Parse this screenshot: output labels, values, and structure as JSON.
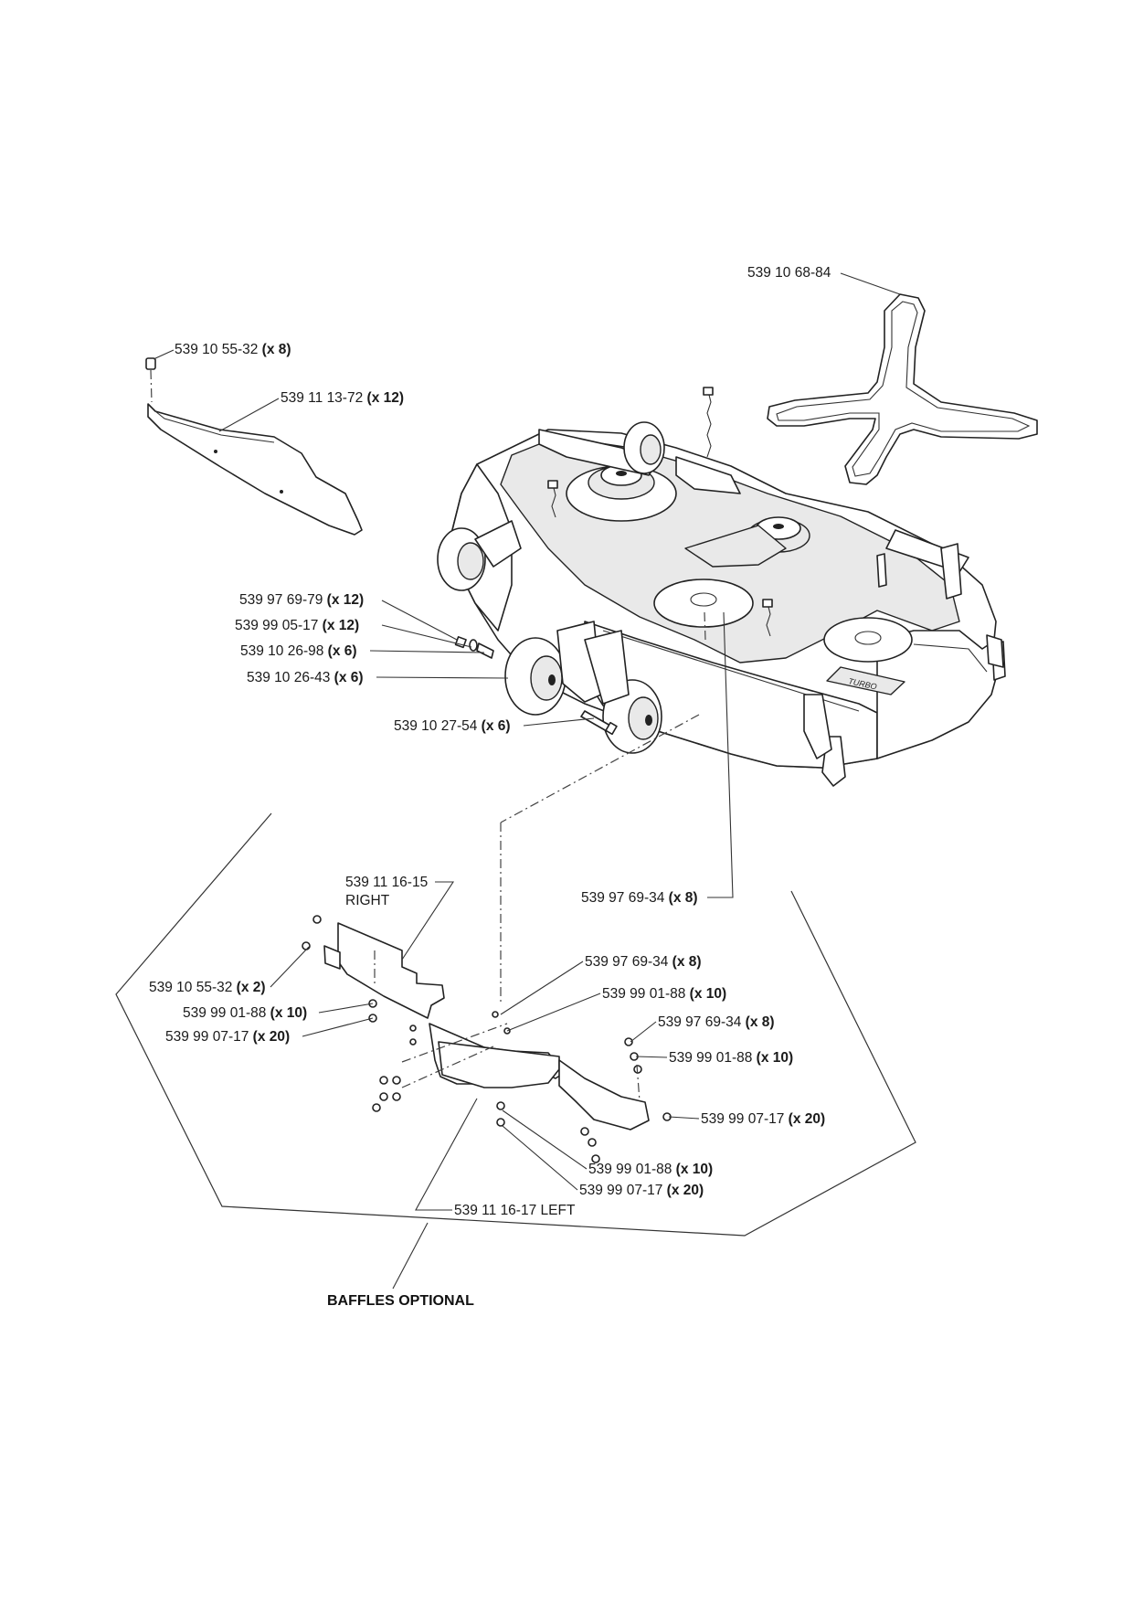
{
  "callouts": {
    "belt": {
      "part": "539 10 68-84",
      "qty": ""
    },
    "top_bolt": {
      "part": "539 10 55-32",
      "qty": "(x 8)"
    },
    "top_baffle": {
      "part": "539 11 13-72",
      "qty": "(x 12)"
    },
    "wheel_nut": {
      "part": "539 97 69-79",
      "qty": "(x 12)"
    },
    "wheel_washer": {
      "part": "539 99 05-17",
      "qty": "(x 12)"
    },
    "wheel_spacer": {
      "part": "539 10 26-98",
      "qty": "(x 6)"
    },
    "wheel": {
      "part": "539 10 26-43",
      "qty": "(x 6)"
    },
    "wheel_bolt": {
      "part": "539 10 27-54",
      "qty": "(x 6)"
    },
    "baffle_right": {
      "part": "539 11 16-15",
      "sub": "RIGHT"
    },
    "deck_nut": {
      "part": "539 97 69-34",
      "qty": "(x 8)"
    },
    "baffle_bolt_left": {
      "part": "539 10 55-32",
      "qty": "(x 2)"
    },
    "washer_left": {
      "part": "539 99 01-88",
      "qty": "(x 10)"
    },
    "nut_left": {
      "part": "539 99 07-17",
      "qty": "(x 20)"
    },
    "nut_center_top": {
      "part": "539 97 69-34",
      "qty": "(x 8)"
    },
    "washer_center_top": {
      "part": "539 99 01-88",
      "qty": "(x 10)"
    },
    "nut_right_top": {
      "part": "539 97 69-34",
      "qty": "(x 8)"
    },
    "washer_right": {
      "part": "539 99 01-88",
      "qty": "(x 10)"
    },
    "locknut_right": {
      "part": "539 99 07-17",
      "qty": "(x 20)"
    },
    "washer_bottom": {
      "part": "539 99 01-88",
      "qty": "(x 10)"
    },
    "locknut_bottom": {
      "part": "539 99 07-17",
      "qty": "(x 20)"
    },
    "baffle_left": {
      "part": "539 11 16-17 LEFT"
    }
  },
  "caption": "BAFFLES OPTIONAL",
  "deck_logo": "TURBO"
}
